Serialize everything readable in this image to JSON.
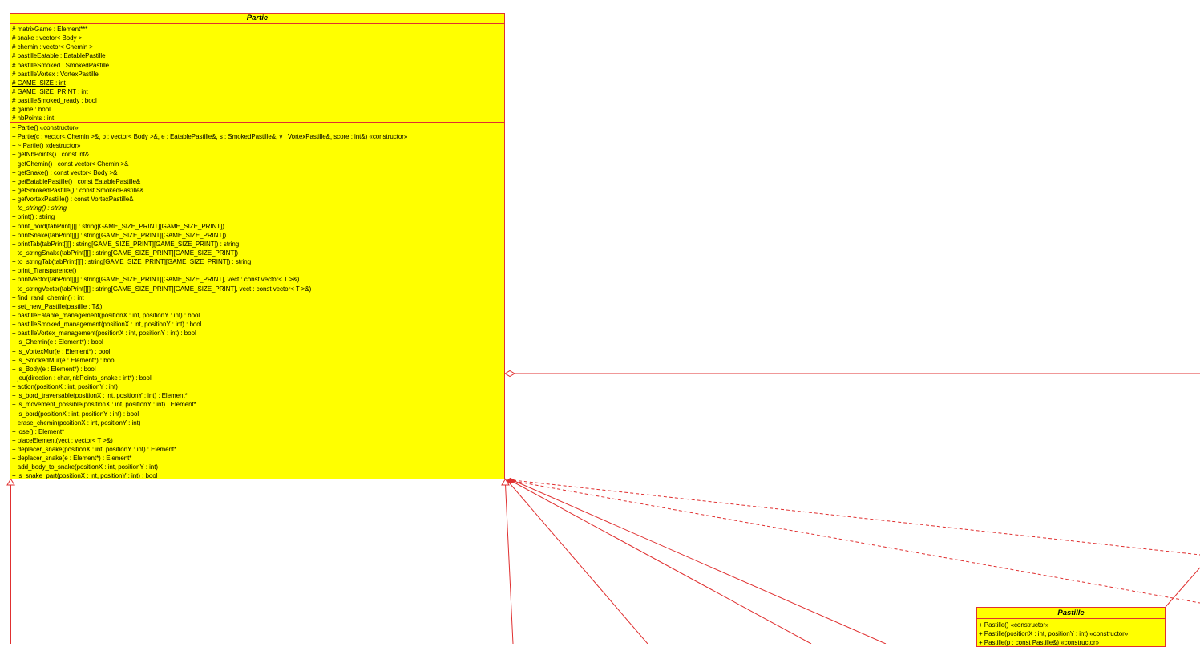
{
  "colors": {
    "class_fill": "#ffff00",
    "border": "#e03030",
    "line": "#e03030",
    "text": "#000000",
    "background": "#ffffff"
  },
  "partie": {
    "name": "Partie",
    "attributes": [
      {
        "text": "# matrixGame : Element***",
        "static": false
      },
      {
        "text": "# snake : vector< Body >",
        "static": false
      },
      {
        "text": "# chemin : vector< Chemin >",
        "static": false
      },
      {
        "text": "# pastilleEatable : EatablePastille",
        "static": false
      },
      {
        "text": "# pastilleSmoked : SmokedPastille",
        "static": false
      },
      {
        "text": "# pastilleVortex : VortexPastille",
        "static": false
      },
      {
        "text": "# GAME_SIZE : int",
        "static": true
      },
      {
        "text": "# GAME_SIZE_PRINT : int",
        "static": true
      },
      {
        "text": "# pastilleSmoked_ready : bool",
        "static": false
      },
      {
        "text": "# game : bool",
        "static": false
      },
      {
        "text": "# nbPoints : int",
        "static": false
      }
    ],
    "operations": [
      {
        "text": "+ Partie() «constructor»",
        "abstract": false
      },
      {
        "text": "+ Partie(c : vector< Chemin >&, b : vector< Body >&, e : EatablePastille&, s : SmokedPastille&, v : VortexPastille&, score : int&) «constructor»",
        "abstract": false
      },
      {
        "text": "+ ~ Partie() «destructor»",
        "abstract": false
      },
      {
        "text": "+ getNbPoints() : const int&",
        "abstract": false
      },
      {
        "text": "+ getChemin() : const vector< Chemin >&",
        "abstract": false
      },
      {
        "text": "+ getSnake() : const vector< Body >&",
        "abstract": false
      },
      {
        "text": "+ getEatablePastille() : const EatablePastille&",
        "abstract": false
      },
      {
        "text": "+ getSmokedPastille() : const SmokedPastille&",
        "abstract": false
      },
      {
        "text": "+ getVortexPastille() : const VortexPastille&",
        "abstract": false
      },
      {
        "text": "+ to_string() : string",
        "abstract": true
      },
      {
        "text": "+ print() : string",
        "abstract": false
      },
      {
        "text": "+ print_bord(tabPrint[][] : string[GAME_SIZE_PRINT][GAME_SIZE_PRINT])",
        "abstract": false
      },
      {
        "text": "+ printSnake(tabPrint[][] : string[GAME_SIZE_PRINT][GAME_SIZE_PRINT])",
        "abstract": false
      },
      {
        "text": "+ printTab(tabPrint[][] : string[GAME_SIZE_PRINT][GAME_SIZE_PRINT]) : string",
        "abstract": false
      },
      {
        "text": "+ to_stringSnake(tabPrint[][] : string[GAME_SIZE_PRINT][GAME_SIZE_PRINT])",
        "abstract": false
      },
      {
        "text": "+ to_stringTab(tabPrint[][] : string[GAME_SIZE_PRINT][GAME_SIZE_PRINT]) : string",
        "abstract": false
      },
      {
        "text": "+ print_Transparence()",
        "abstract": false
      },
      {
        "text": "+ printVector(tabPrint[][] : string[GAME_SIZE_PRINT][GAME_SIZE_PRINT], vect : const vector< T >&)",
        "abstract": false
      },
      {
        "text": "+ to_stringVector(tabPrint[][] : string[GAME_SIZE_PRINT][GAME_SIZE_PRINT], vect : const vector< T >&)",
        "abstract": false
      },
      {
        "text": "+ find_rand_chemin() : int",
        "abstract": false
      },
      {
        "text": "+ set_new_Pastille(pastille : T&)",
        "abstract": false
      },
      {
        "text": "+ pastilleEatable_management(positionX : int, positionY : int) : bool",
        "abstract": false
      },
      {
        "text": "+ pastilleSmoked_management(positionX : int, positionY : int) : bool",
        "abstract": false
      },
      {
        "text": "+ pastilleVortex_management(positionX : int, positionY : int) : bool",
        "abstract": false
      },
      {
        "text": "+ is_Chemin(e : Element*) : bool",
        "abstract": false
      },
      {
        "text": "+ is_VortexMur(e : Element*) : bool",
        "abstract": false
      },
      {
        "text": "+ is_SmokedMur(e : Element*) : bool",
        "abstract": false
      },
      {
        "text": "+ is_Body(e : Element*) : bool",
        "abstract": false
      },
      {
        "text": "+ jeu(direction : char, nbPoints_snake : int*) : bool",
        "abstract": false
      },
      {
        "text": "+ action(positionX : int, positionY : int)",
        "abstract": false
      },
      {
        "text": "+ is_bord_traversable(positionX : int, positionY : int) : Element*",
        "abstract": false
      },
      {
        "text": "+ is_movement_possible(positionX : int, positionY : int) : Element*",
        "abstract": false
      },
      {
        "text": "+ is_bord(positionX : int, positionY : int) : bool",
        "abstract": false
      },
      {
        "text": "+ erase_chemin(positionX : int, positionY : int)",
        "abstract": false
      },
      {
        "text": "+ lose() : Element*",
        "abstract": false
      },
      {
        "text": "+ placeElement(vect : vector< T >&)",
        "abstract": false
      },
      {
        "text": "+ deplacer_snake(positionX : int, positionY : int) : Element*",
        "abstract": false
      },
      {
        "text": "+ deplacer_snake(e : Element*) : Element*",
        "abstract": false
      },
      {
        "text": "+ add_body_to_snake(positionX : int, positionY : int)",
        "abstract": false
      },
      {
        "text": "+ is_snake_part(positionX : int, positionY : int) : bool",
        "abstract": false
      }
    ]
  },
  "pastille": {
    "name": "Pastille",
    "operations": [
      {
        "text": "+ Pastille() «constructor»",
        "abstract": false
      },
      {
        "text": "+ Pastille(positionX : int, positionY : int) «constructor»",
        "abstract": false
      },
      {
        "text": "+ Pastille(p : const Pastille&) «constructor»",
        "abstract": false
      }
    ]
  }
}
